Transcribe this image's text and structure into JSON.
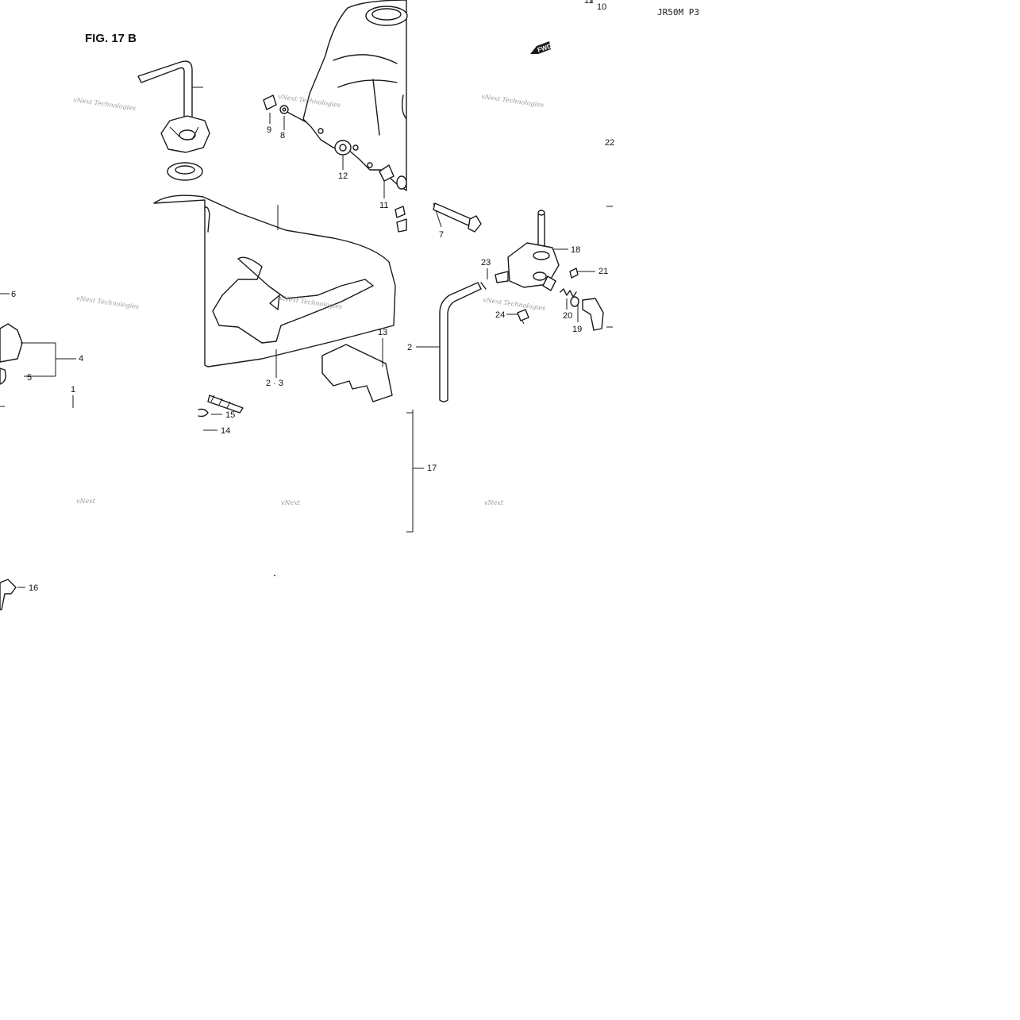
{
  "figure_title": "FIG. 17 B",
  "model_code": "JR50M P3",
  "direction_badge": "FWD",
  "watermark": "vNext Technologies",
  "watermark_partial": "vNext",
  "callouts": [
    {
      "id": "c1",
      "label": "1"
    },
    {
      "id": "c2a",
      "label": "2"
    },
    {
      "id": "c23b",
      "label": "2 · 3"
    },
    {
      "id": "c4",
      "label": "4"
    },
    {
      "id": "c5",
      "label": "5"
    },
    {
      "id": "c6",
      "label": "6"
    },
    {
      "id": "c7",
      "label": "7"
    },
    {
      "id": "c8",
      "label": "8"
    },
    {
      "id": "c9",
      "label": "9"
    },
    {
      "id": "c10",
      "label": "10"
    },
    {
      "id": "c11a",
      "label": "11"
    },
    {
      "id": "c11b",
      "label": "11"
    },
    {
      "id": "c12",
      "label": "12"
    },
    {
      "id": "c13",
      "label": "13"
    },
    {
      "id": "c14",
      "label": "14"
    },
    {
      "id": "c15",
      "label": "15"
    },
    {
      "id": "c16",
      "label": "16"
    },
    {
      "id": "c17",
      "label": "17"
    },
    {
      "id": "c18",
      "label": "18"
    },
    {
      "id": "c19",
      "label": "19"
    },
    {
      "id": "c20",
      "label": "20"
    },
    {
      "id": "c21",
      "label": "21"
    },
    {
      "id": "c22",
      "label": "22"
    },
    {
      "id": "c23",
      "label": "23"
    },
    {
      "id": "c24",
      "label": "24"
    }
  ]
}
